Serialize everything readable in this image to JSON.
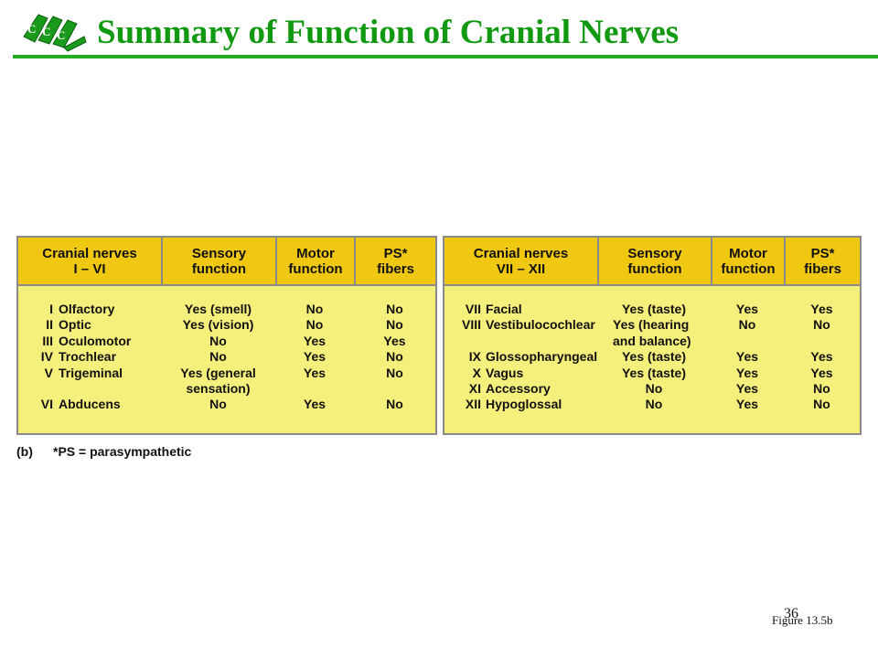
{
  "header": {
    "title": "Summary of Function of Cranial Nerves",
    "colors": {
      "title": "#119911",
      "rule": "#22aa22",
      "logo": "#1a9a1a"
    }
  },
  "colors": {
    "table_header_bg": "#f0c812",
    "table_body_bg": "#f5f07c",
    "table_border": "#8a8a8a"
  },
  "table_left": {
    "headers": [
      {
        "line1": "Cranial nerves",
        "line2": "I – VI"
      },
      {
        "line1": "Sensory",
        "line2": "function"
      },
      {
        "line1": "Motor",
        "line2": "function"
      },
      {
        "line1": "PS*",
        "line2": "fibers"
      }
    ],
    "rows": [
      {
        "num": "I",
        "name": "Olfactory",
        "sensory": "Yes (smell)",
        "motor": "No",
        "ps": "No"
      },
      {
        "num": "II",
        "name": "Optic",
        "sensory": "Yes (vision)",
        "motor": "No",
        "ps": "No"
      },
      {
        "num": "III",
        "name": "Oculomotor",
        "sensory": "No",
        "motor": "Yes",
        "ps": "Yes"
      },
      {
        "num": "IV",
        "name": "Trochlear",
        "sensory": "No",
        "motor": "Yes",
        "ps": "No"
      },
      {
        "num": "V",
        "name": "Trigeminal",
        "sensory": "Yes (general sensation)",
        "motor": "Yes",
        "ps": "No"
      },
      {
        "num": "VI",
        "name": "Abducens",
        "sensory": "No",
        "motor": "Yes",
        "ps": "No"
      }
    ]
  },
  "table_right": {
    "headers": [
      {
        "line1": "Cranial nerves",
        "line2": "VII – XII"
      },
      {
        "line1": "Sensory",
        "line2": "function"
      },
      {
        "line1": "Motor",
        "line2": "function"
      },
      {
        "line1": "PS*",
        "line2": "fibers"
      }
    ],
    "rows": [
      {
        "num": "VII",
        "name": "Facial",
        "sensory": "Yes (taste)",
        "motor": "Yes",
        "ps": "Yes"
      },
      {
        "num": "VIII",
        "name": "Vestibulocochlear",
        "sensory": "Yes (hearing and balance)",
        "motor": "No",
        "ps": "No"
      },
      {
        "num": "IX",
        "name": "Glossopharyngeal",
        "sensory": "Yes (taste)",
        "motor": "Yes",
        "ps": "Yes"
      },
      {
        "num": "X",
        "name": "Vagus",
        "sensory": "Yes (taste)",
        "motor": "Yes",
        "ps": "Yes"
      },
      {
        "num": "XI",
        "name": "Accessory",
        "sensory": "No",
        "motor": "Yes",
        "ps": "No"
      },
      {
        "num": "XII",
        "name": "Hypoglossal",
        "sensory": "No",
        "motor": "Yes",
        "ps": "No"
      }
    ]
  },
  "footnote": {
    "label": "(b)",
    "text": "*PS = parasympathetic"
  },
  "figure_caption": "Figure 13.5b",
  "page_number": "36"
}
